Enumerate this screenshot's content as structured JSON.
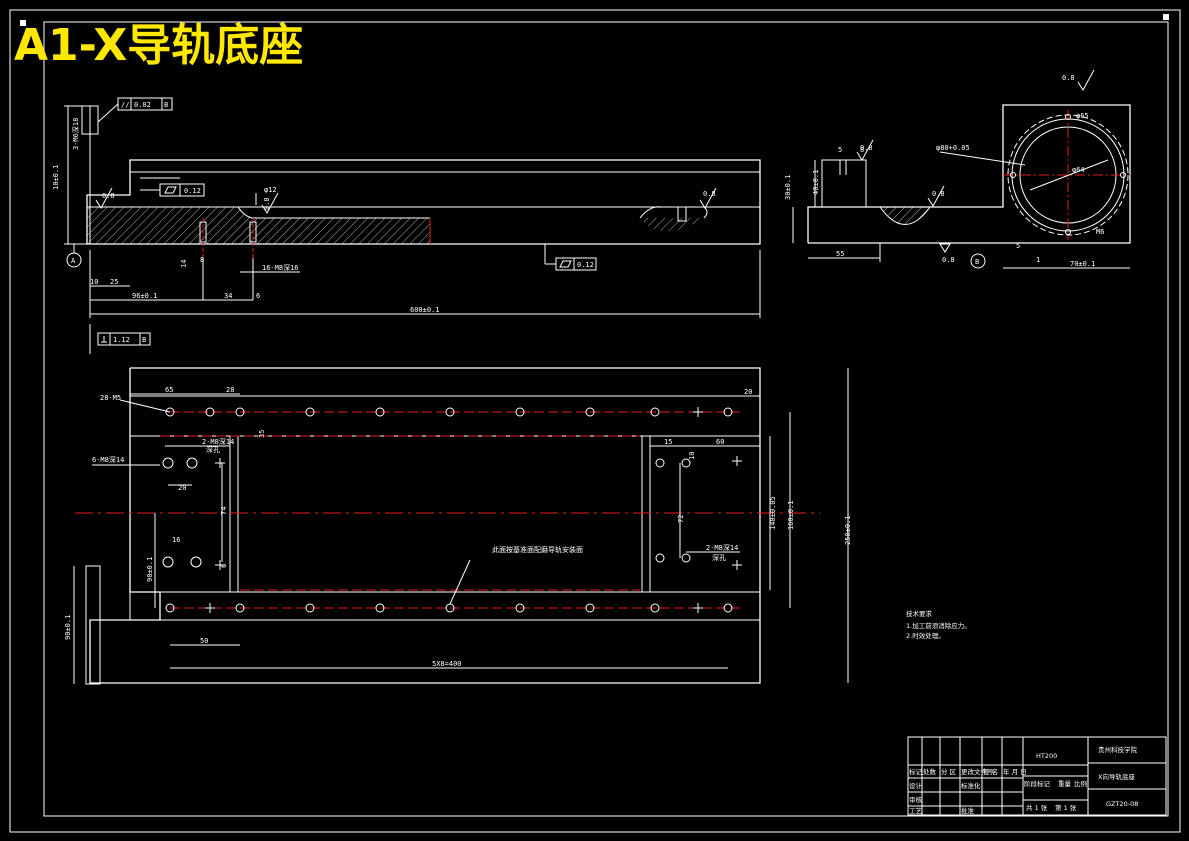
{
  "title": "A1-X导轨底座",
  "datums": {
    "a": "A",
    "b": "B"
  },
  "tolerances": {
    "parallel": "//",
    "parallel_value": "0.02",
    "parallel_ref": "B",
    "flatness_1": "0.12",
    "flatness_2": "0.12",
    "perp_value": "1.12",
    "perp_ref": "B"
  },
  "roughness": [
    "0.8",
    "0.8",
    "0.8",
    "0.8",
    "0.8",
    "0.8",
    "0.8"
  ],
  "front_dims": {
    "height": "10±0.1",
    "thread_note": "3-M6深18",
    "d10": "10",
    "d25": "25",
    "d96": "96±0.1",
    "d34": "34",
    "d6": "6",
    "total": "600±0.1",
    "hole_note": "16-M8深16",
    "d12": "φ12",
    "d14": "14",
    "d8": "8"
  },
  "side_dims": {
    "d5": "5",
    "d8": "8",
    "h40": "40±0.1",
    "h30": "30±0.1",
    "d55": "55",
    "tol": "φ80+0.05",
    "dia65": "φ65",
    "dia64": "φ64",
    "m6": "M6",
    "w70": "70±0.1",
    "d5b": "5",
    "d1": "1"
  },
  "top_dims": {
    "d65": "65",
    "d28": "28",
    "d20r": "20",
    "note_holes": "28-M5",
    "d35": "35",
    "note_tap1": "2-M8深14",
    "note_side": "6-M8深14",
    "d20": "20",
    "d15": "15",
    "d60": "60",
    "d10": "10",
    "d18": "18",
    "d140": "140±0.05",
    "d160": "160±0.1",
    "d250": "250±0.1",
    "d16": "16",
    "d90": "90±0.1",
    "d6": "6",
    "d50": "50",
    "d5x80": "5X8=400",
    "d90side": "90±0.1",
    "d72": "72",
    "d74": "74",
    "note_tap2": "2-M8深14",
    "depth": "深孔",
    "center_note": "此面按基准面配磨导轨安装面"
  },
  "notes": {
    "heading": "技术要求",
    "line1": "1.加工前须消除应力。",
    "line2": "2.时效处理。"
  },
  "title_block": {
    "material": "HT200",
    "school": "贵州科技学院",
    "part_name": "X向导轨底座",
    "drawing_no": "GZT20-08",
    "marks_row": [
      "标记",
      "处数",
      "分 区",
      "更改文件号",
      "签 名",
      "年 月 日"
    ],
    "design_row": [
      "设计",
      "标准化",
      "阶段标记",
      "重量",
      "比例"
    ],
    "audit": "审核",
    "process": "工艺",
    "approve": "批准",
    "sheets_total": "共 1 张",
    "sheet_no": "第 1 张"
  }
}
